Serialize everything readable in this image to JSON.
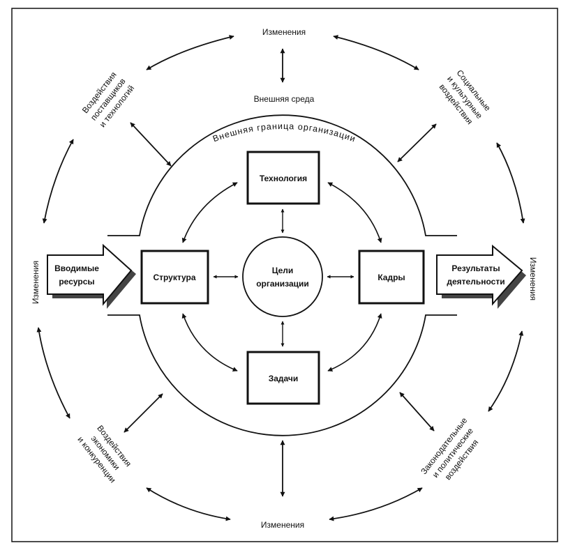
{
  "diagram": {
    "changes_top": "Изменения",
    "changes_bottom": "Изменения",
    "changes_left": "Изменения",
    "changes_right": "Изменения",
    "external_environment": "Внешняя среда",
    "boundary_label": "Внешняя граница организации",
    "suppliers_influence": [
      "Воздействия",
      "поставщиков",
      "и технологий"
    ],
    "social_influence": [
      "Социальные",
      "и культурные",
      "воздействия"
    ],
    "economy_influence": [
      "Воздействия",
      "экономики",
      "и конкуренции"
    ],
    "legal_influence": [
      "Законодательные",
      "и политические",
      "воздействия"
    ],
    "inputs": [
      "Вводимые",
      "ресурсы"
    ],
    "outputs": [
      "Результаты",
      "деятельности"
    ],
    "technology": "Технология",
    "structure": "Структура",
    "personnel": "Кадры",
    "tasks": "Задачи",
    "goals": [
      "Цели",
      "организации"
    ]
  },
  "colors": {
    "line": "#111111",
    "background": "#ffffff"
  }
}
